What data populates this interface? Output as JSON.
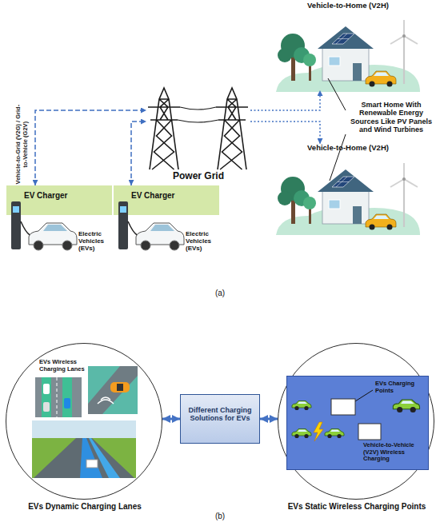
{
  "diagram": {
    "nodes": [
      {
        "text": [
          "Vehicle-to-Home (V2H)"
        ]
      },
      {
        "text": [
          "Power Grid"
        ]
      },
      {
        "text": [
          "Vehicle-to-Home (V2H)"
        ]
      },
      {
        "text": [
          "EV Charger",
          "Electric Vehicles (EVs)"
        ]
      },
      {
        "text": [
          "EV Charger",
          "Electric Vehicles (EVs)"
        ]
      },
      {
        "text": [
          "EVs Wireless Charging Lanes",
          "EVs Dynamic Charging Lanes"
        ]
      },
      {
        "text": [
          "Different Charging Solutions for EVs"
        ]
      },
      {
        "text": [
          "EVs Static Wireless Charging Points"
        ]
      },
      {
        "text": [
          "EVs Charging Points",
          "Vehicle-to-Vehicle (V2V) Wireless Charging"
        ],
        "in": 7
      }
    ],
    "edges": [
      {
        "from": 3,
        "to": 1,
        "arrow": "both",
        "label": "Vehicle-to-Grid (V2G) / Grid-to-Vehicle (G2V)"
      },
      {
        "from": 4,
        "to": 1,
        "arrow": "both"
      },
      {
        "from": 1,
        "to": 0,
        "arrow": "to"
      },
      {
        "from": 1,
        "to": 2,
        "arrow": "to"
      },
      {
        "from": 6,
        "to": 5,
        "arrow": "both"
      },
      {
        "from": 6,
        "to": 7,
        "arrow": "both"
      }
    ],
    "labels": [
      "Smart Home With Renewable Energy Sources Like PV Panels and Wind Turbines",
      "(a)",
      "(b)"
    ]
  }
}
